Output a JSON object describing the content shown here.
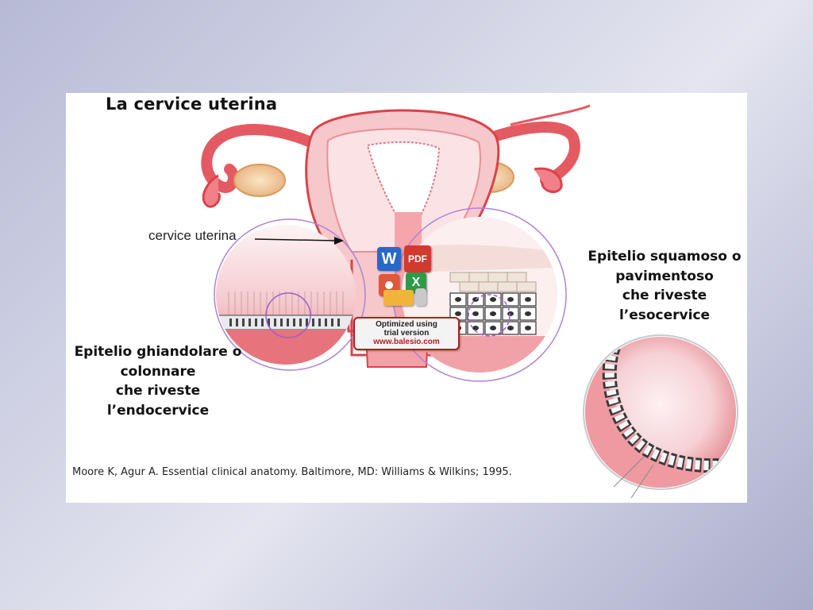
{
  "slide": {
    "title": "La cervice uterina",
    "pointer_label": "cervice uterina",
    "left_caption": [
      "Epitelio ghiandolare o",
      "colonnare",
      "che riveste",
      "l’endocervice"
    ],
    "right_caption": [
      "Epitelio squamoso o",
      "pavimentoso",
      "che riveste",
      "l’esocervice"
    ],
    "citation": "Moore K, Agur A. Essential clinical anatomy. Baltimore, MD: Williams & Wilkins; 1995."
  },
  "watermark": {
    "line1": "Optimized using",
    "line2": "trial version",
    "url": "www.balesio.com",
    "icons": [
      "word-icon",
      "pdf-icon",
      "powerpoint-icon",
      "excel-icon",
      "folder-icon",
      "zip-icon"
    ],
    "icon_letters": {
      "word": "W",
      "pdf": "PDF",
      "excel": "X"
    }
  },
  "colors": {
    "tissue_red": "#d9434a",
    "tissue_pink": "#f2b8bd",
    "circle_outline": "#b083d6",
    "watermark_red": "#b41e1e"
  }
}
